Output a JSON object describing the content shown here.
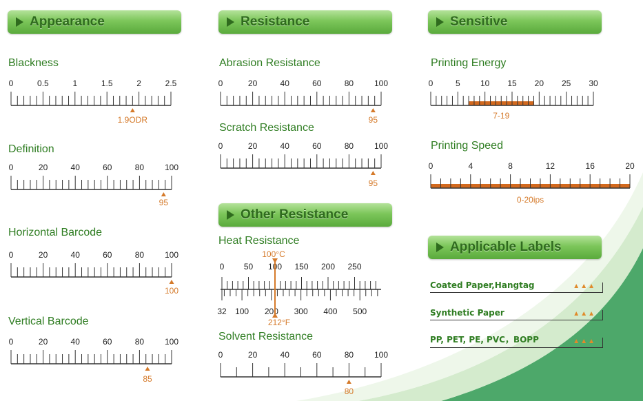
{
  "sections": {
    "appearance": "Appearance",
    "resistance": "Resistance",
    "sensitive": "Sensitive",
    "other_resistance": "Other Resistance",
    "applicable_labels": "Applicable Labels"
  },
  "scales": {
    "blackness": {
      "title": "Blackness",
      "ticks": [
        "0",
        "0.5",
        "1",
        "1.5",
        "2",
        "2.5"
      ],
      "min": 0,
      "max": 2.5,
      "value": 1.9,
      "value_label": "1.9ODR"
    },
    "definition": {
      "title": "Definition",
      "ticks": [
        "0",
        "20",
        "40",
        "60",
        "80",
        "100"
      ],
      "min": 0,
      "max": 100,
      "value": 95,
      "value_label": "95"
    },
    "horizontal_barcode": {
      "title": "Horizontal Barcode",
      "ticks": [
        "0",
        "20",
        "40",
        "60",
        "80",
        "100"
      ],
      "min": 0,
      "max": 100,
      "value": 100,
      "value_label": "100"
    },
    "vertical_barcode": {
      "title": "Vertical Barcode",
      "ticks": [
        "0",
        "20",
        "40",
        "60",
        "80",
        "100"
      ],
      "min": 0,
      "max": 100,
      "value": 85,
      "value_label": "85"
    },
    "abrasion_resistance": {
      "title": "Abrasion Resistance",
      "ticks": [
        "0",
        "20",
        "40",
        "60",
        "80",
        "100"
      ],
      "min": 0,
      "max": 100,
      "value": 95,
      "value_label": "95"
    },
    "scratch_resistance": {
      "title": "Scratch Resistance",
      "ticks": [
        "0",
        "20",
        "40",
        "60",
        "80",
        "100"
      ],
      "min": 0,
      "max": 100,
      "value": 95,
      "value_label": "95"
    },
    "solvent_resistance": {
      "title": "Solvent Resistance",
      "ticks": [
        "0",
        "20",
        "40",
        "60",
        "80",
        "100"
      ],
      "min": 0,
      "max": 100,
      "value": 80,
      "value_label": "80"
    },
    "printing_energy": {
      "title": "Printing Energy",
      "ticks": [
        "0",
        "5",
        "10",
        "15",
        "20",
        "25",
        "30"
      ],
      "min": 0,
      "max": 30,
      "range": [
        7,
        19
      ],
      "value_label": "7-19"
    },
    "printing_speed": {
      "title": "Printing Speed",
      "ticks": [
        "0",
        "4",
        "8",
        "12",
        "16",
        "20"
      ],
      "min": 0,
      "max": 20,
      "range": [
        0,
        20
      ],
      "value_label": "0-20ips"
    },
    "heat_resistance": {
      "title": "Heat Resistance",
      "celsius_ticks": [
        "0",
        "50",
        "100",
        "150",
        "200",
        "250"
      ],
      "fahrenheit_ticks": [
        "32",
        "100",
        "200",
        "300",
        "400",
        "500"
      ],
      "celsius_label": "100°C",
      "fahrenheit_label": "212°F",
      "value_celsius": 100
    }
  },
  "labels": [
    {
      "name": "Coated Paper,Hangtag",
      "rating": "▲▲▲"
    },
    {
      "name": "Synthetic Paper",
      "rating": "▲▲▲"
    },
    {
      "name": "PP, PET, PE, PVC，BOPP",
      "rating": "▲▲▲"
    }
  ],
  "colors": {
    "accent": "#2f7d22",
    "marker": "#d57a2a",
    "bar": "#d2691e"
  }
}
